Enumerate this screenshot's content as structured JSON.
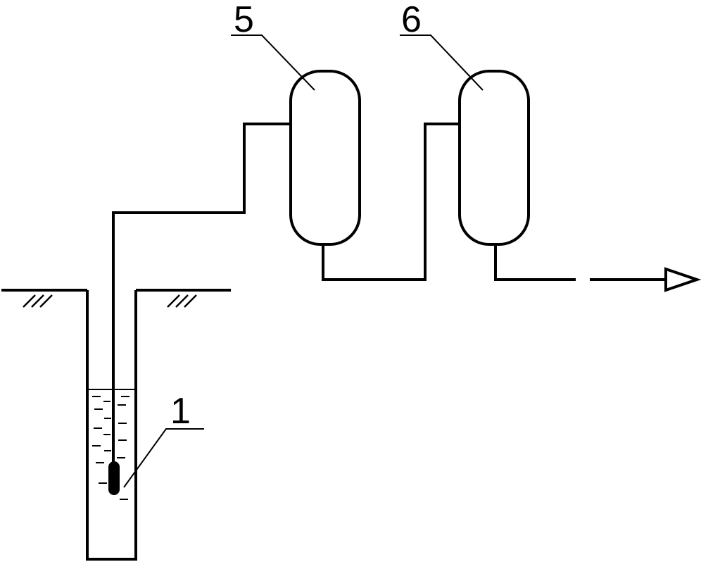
{
  "labels": {
    "pump": "1",
    "vessel_a": "5",
    "vessel_b": "6"
  },
  "colors": {
    "line": "#000000",
    "background": "#ffffff"
  }
}
